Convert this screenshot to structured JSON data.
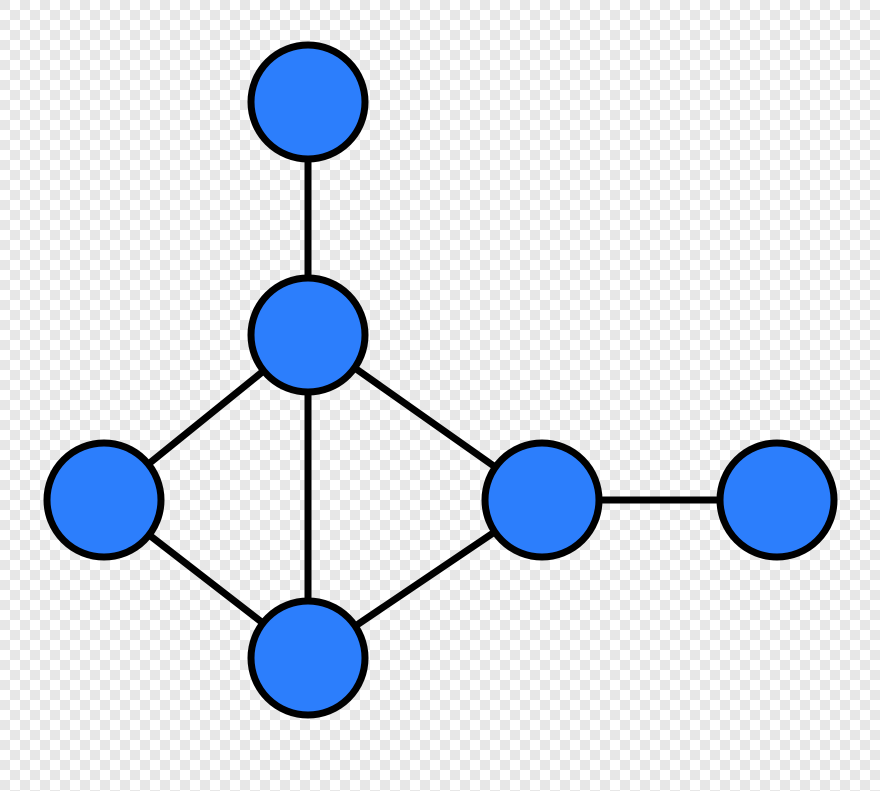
{
  "graph": {
    "colors": {
      "node_fill": "#2c7efc",
      "stroke": "#000000",
      "checker_light": "#ffffff",
      "checker_dark": "#e7e7e7"
    },
    "nodes": [
      {
        "id": "top"
      },
      {
        "id": "center"
      },
      {
        "id": "left"
      },
      {
        "id": "bottom"
      },
      {
        "id": "right"
      },
      {
        "id": "far-right"
      }
    ],
    "edges": [
      {
        "from": "top",
        "to": "center"
      },
      {
        "from": "center",
        "to": "left"
      },
      {
        "from": "center",
        "to": "bottom"
      },
      {
        "from": "center",
        "to": "right"
      },
      {
        "from": "left",
        "to": "bottom"
      },
      {
        "from": "bottom",
        "to": "right"
      },
      {
        "from": "right",
        "to": "far-right"
      }
    ]
  }
}
